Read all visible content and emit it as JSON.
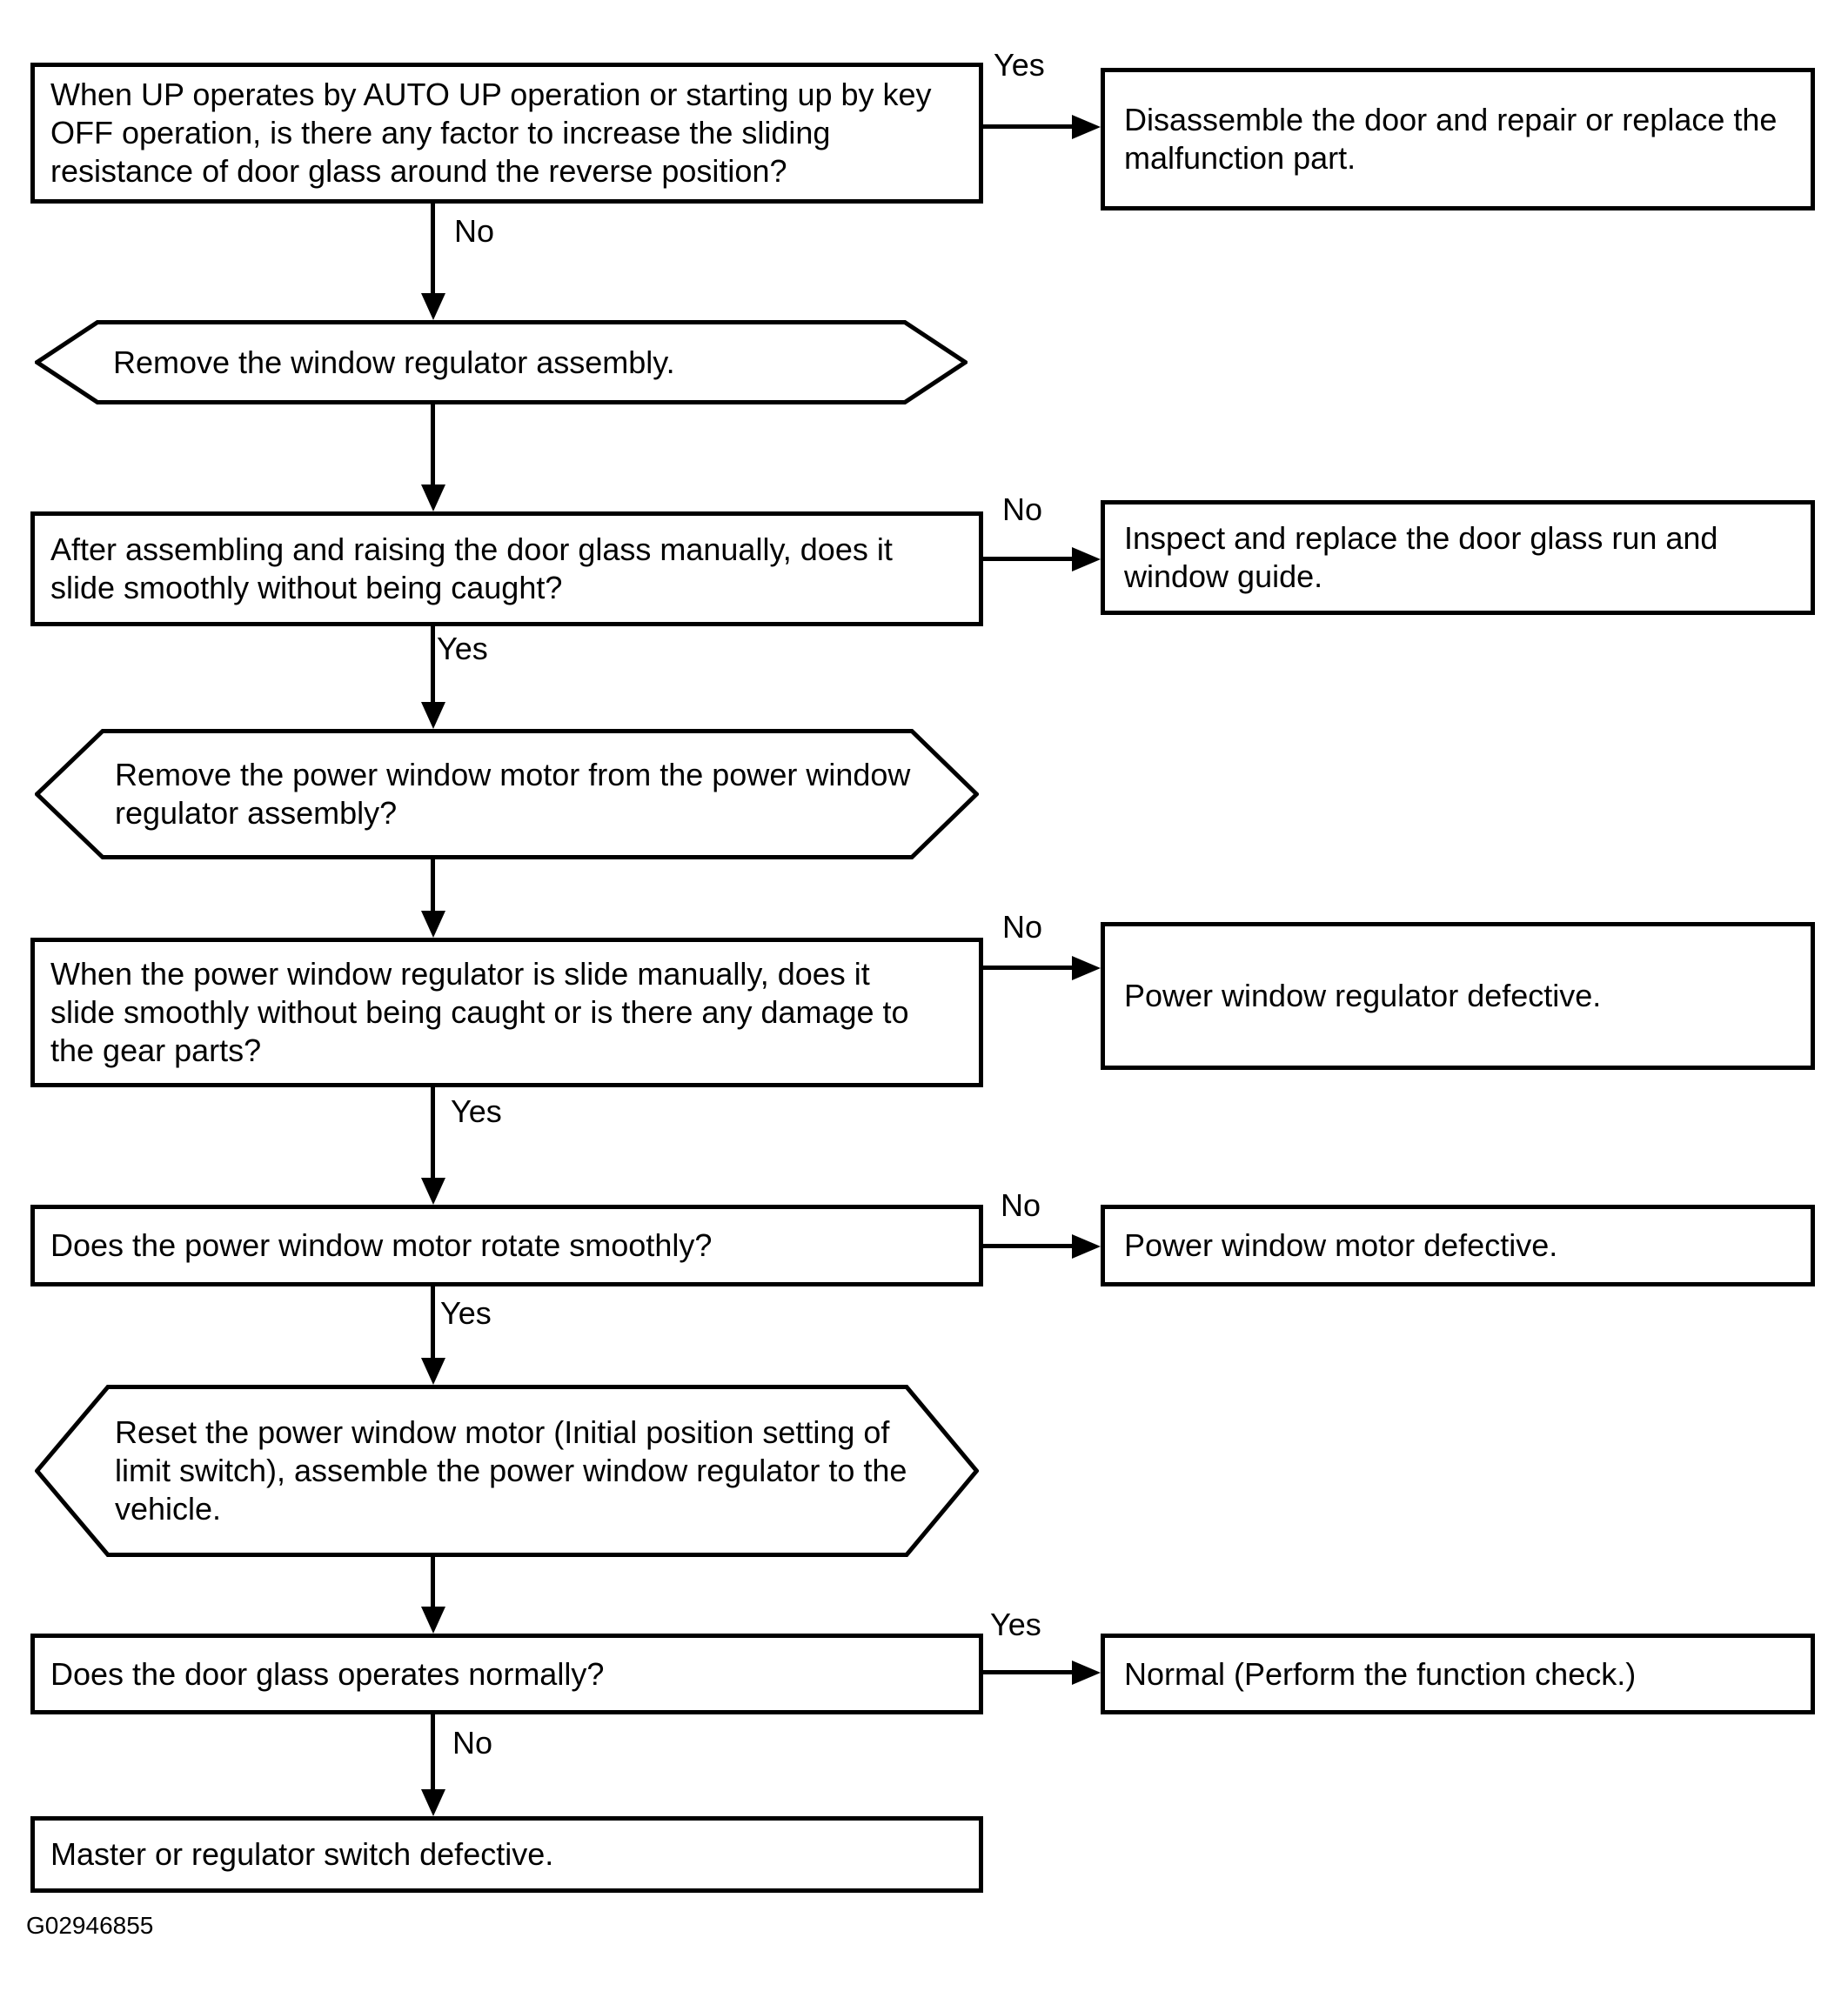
{
  "figure_id": "G02946855",
  "diagram_type": "flowchart",
  "nodes": {
    "q1": "When UP operates by AUTO UP operation or starting up by key OFF operation, is there any factor to increase the sliding resistance of door glass around the reverse position?",
    "a1": "Disassemble the door and repair or replace the malfunction part.",
    "p1": "Remove the window regulator assembly.",
    "q2": "After assembling and raising the door glass manually, does it slide smoothly without being caught?",
    "a2": "Inspect and replace the door glass run and window guide.",
    "p2": "Remove the power window motor from the power window regulator assembly?",
    "q3": "When the power window regulator is slide manually, does it slide smoothly without being caught or is there any damage to the gear parts?",
    "a3": "Power window regulator defective.",
    "q4": "Does the power window motor rotate smoothly?",
    "a4": "Power window motor defective.",
    "p3": "Reset the power window motor (Initial position setting of limit switch), assemble the power window regulator to the vehicle.",
    "q5": "Does the door glass operates normally?",
    "a5": "Normal (Perform the function check.)",
    "end": "Master or regulator switch defective."
  },
  "edges": [
    {
      "from": "q1",
      "to": "a1",
      "label": "Yes"
    },
    {
      "from": "q1",
      "to": "p1",
      "label": "No"
    },
    {
      "from": "p1",
      "to": "q2",
      "label": ""
    },
    {
      "from": "q2",
      "to": "a2",
      "label": "No"
    },
    {
      "from": "q2",
      "to": "p2",
      "label": "Yes"
    },
    {
      "from": "p2",
      "to": "q3",
      "label": ""
    },
    {
      "from": "q3",
      "to": "a3",
      "label": "No"
    },
    {
      "from": "q3",
      "to": "q4",
      "label": "Yes"
    },
    {
      "from": "q4",
      "to": "a4",
      "label": "No"
    },
    {
      "from": "q4",
      "to": "p3",
      "label": "Yes"
    },
    {
      "from": "p3",
      "to": "q5",
      "label": ""
    },
    {
      "from": "q5",
      "to": "a5",
      "label": "Yes"
    },
    {
      "from": "q5",
      "to": "end",
      "label": "No"
    }
  ],
  "colors": {
    "line": "#000000",
    "background": "#ffffff"
  }
}
